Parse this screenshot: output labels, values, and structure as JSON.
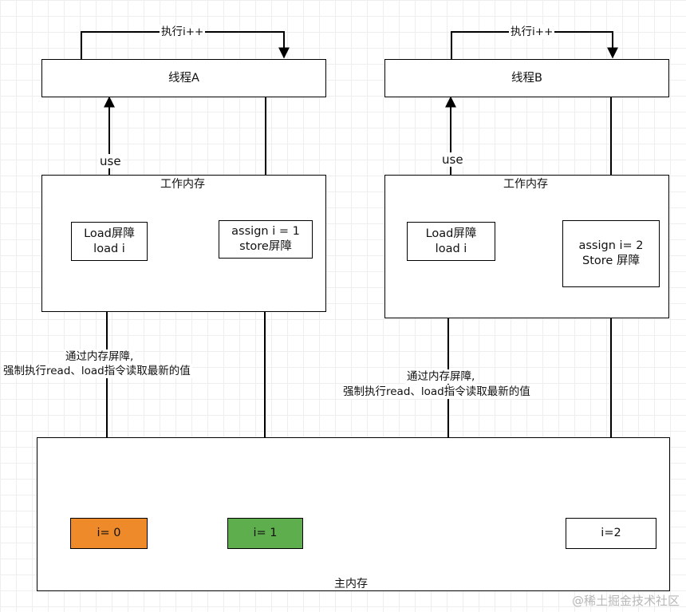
{
  "threadA": {
    "title": "线程A",
    "loop_label": "执行i++",
    "use_label": "use",
    "work_mem": {
      "title": "工作内存",
      "load_line1": "Load屏障",
      "load_line2": "load i",
      "store_line1": "assign i = 1",
      "store_line2": "store屏障"
    },
    "barrier_note_line1": "通过内存屏障,",
    "barrier_note_line2": "强制执行read、load指令读取最新的值"
  },
  "threadB": {
    "title": "线程B",
    "loop_label": "执行i++",
    "use_label": "use",
    "work_mem": {
      "title": "工作内存",
      "load_line1": "Load屏障",
      "load_line2": "load i",
      "store_line1": "assign i= 2",
      "store_line2": "Store 屏障"
    },
    "barrier_note_line1": "通过内存屏障,",
    "barrier_note_line2": "强制执行read、load指令读取最新的值"
  },
  "main_memory": {
    "title": "主内存",
    "cells": [
      {
        "label": "i= 0",
        "color": "#ee8a2a"
      },
      {
        "label": "i= 1",
        "color": "#5fae4e"
      },
      {
        "label": "i=2",
        "color": "#ffffff"
      }
    ]
  },
  "watermark": "@稀土掘金技术社区"
}
